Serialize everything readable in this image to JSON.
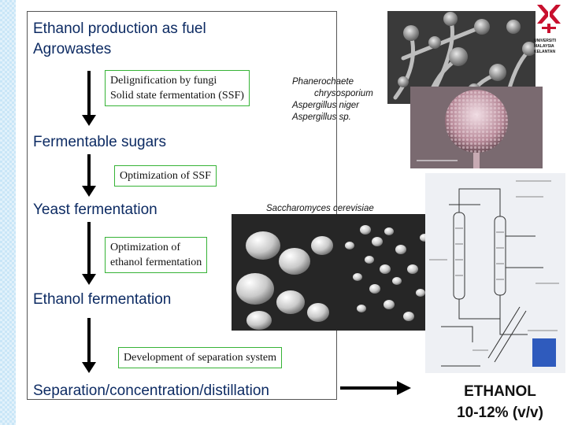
{
  "stages": [
    "Ethanol production as fuel",
    "Agrowastes",
    "Fermentable sugars",
    "Yeast fermentation",
    "Ethanol fermentation",
    "Separation/concentration/distillation"
  ],
  "boxes": {
    "delignification": [
      "Delignification by fungi",
      "Solid state fermentation (SSF)"
    ],
    "optimization_ssf": "Optimization of  SSF",
    "optimization_ethanol": [
      "Optimization of",
      "ethanol fermentation"
    ],
    "separation": "Development of separation system"
  },
  "organisms": {
    "fungi": [
      "Phanerochaete",
      "chrysosporium",
      "Aspergillus niger",
      "Aspergillus sp."
    ],
    "yeast": "Saccharomyces cerevisiae"
  },
  "result": {
    "title": "ETHANOL",
    "value": "10-12% (v/v)"
  },
  "logo": {
    "lines": [
      "UNIVERSITI",
      "MALAYSIA",
      "KELANTAN"
    ]
  },
  "colors": {
    "stage_text": "#0d2b63",
    "box_border": "#36b336",
    "logo_red": "#c8102e"
  }
}
